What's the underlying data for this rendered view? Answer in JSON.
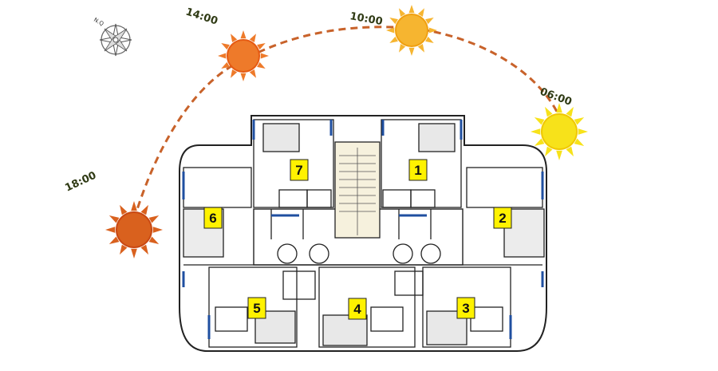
{
  "compass": {
    "label": "N.Q",
    "icon": "compass-rose-icon"
  },
  "sun_path": {
    "color": "#c8622a",
    "stops": [
      {
        "time": "06:00",
        "color": "#f7e21a",
        "stroke": "#f0c800"
      },
      {
        "time": "10:00",
        "color": "#f6b530",
        "stroke": "#f0a010"
      },
      {
        "time": "14:00",
        "color": "#ee7a2a",
        "stroke": "#e65a12"
      },
      {
        "time": "18:00",
        "color": "#d9611e",
        "stroke": "#c94812"
      }
    ]
  },
  "units": [
    {
      "number": "1"
    },
    {
      "number": "2"
    },
    {
      "number": "3"
    },
    {
      "number": "4"
    },
    {
      "number": "5"
    },
    {
      "number": "6"
    },
    {
      "number": "7"
    }
  ],
  "colors": {
    "unit_label_bg": "#fff200",
    "window": "#1f4fa0",
    "wall": "#222222"
  }
}
